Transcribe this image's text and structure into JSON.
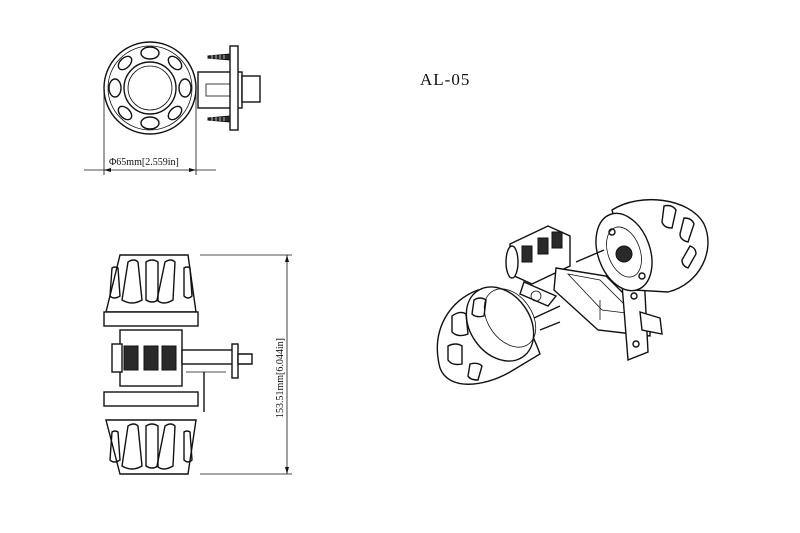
{
  "model_label": "AL-05",
  "dimensions": {
    "diameter_label": "Φ65mm[2.559in]",
    "length_label": "153.51mm[6.044in]"
  }
}
